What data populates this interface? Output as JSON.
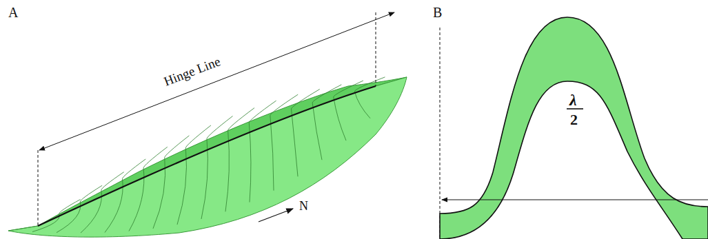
{
  "diagram": {
    "labels": [
      "A",
      "Hinge Line",
      "N",
      "B",
      "λ",
      "2"
    ]
  }
}
